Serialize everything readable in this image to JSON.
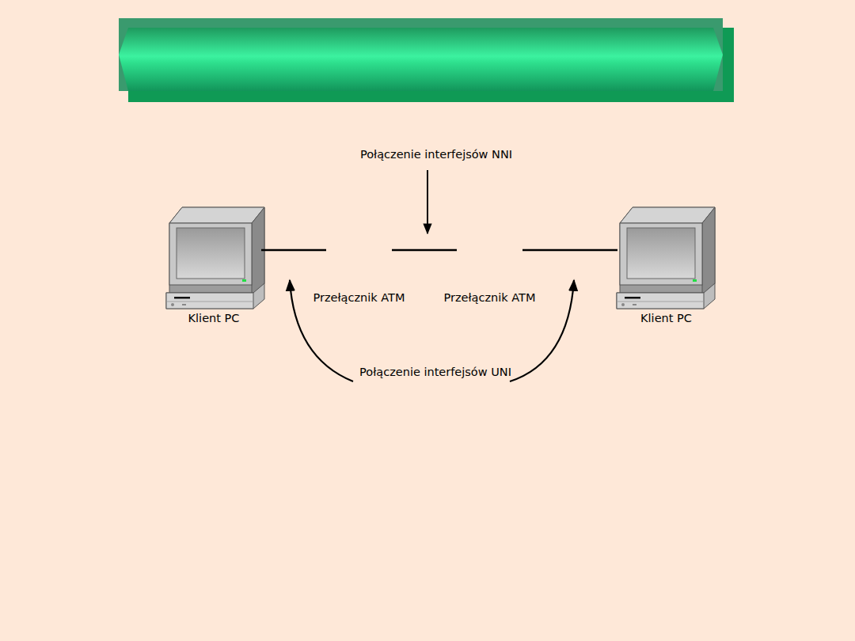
{
  "diagram": {
    "nodes": [
      {
        "text": [
          "Klient PC"
        ]
      },
      {
        "text": [
          "Przełącznik ATM"
        ]
      },
      {
        "text": [
          "Przełącznik ATM"
        ]
      },
      {
        "text": [
          "Klient PC"
        ]
      }
    ],
    "edges": [
      {
        "from": 0,
        "to": 1,
        "arrow": "none"
      },
      {
        "from": 1,
        "to": 2,
        "arrow": "none"
      },
      {
        "from": 2,
        "to": 3,
        "arrow": "none"
      }
    ],
    "labels": [
      "Połączenie interfejsów NNI",
      "Połączenie interfejsów UNI"
    ]
  }
}
